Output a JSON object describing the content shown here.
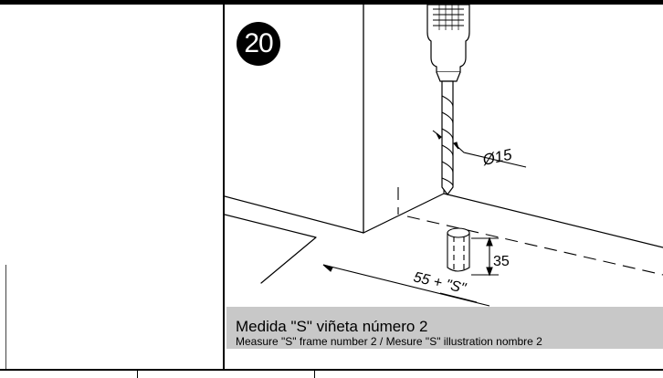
{
  "step": {
    "number": "20"
  },
  "dimensions": {
    "diameter": "Ø15",
    "depth": "35",
    "offset": "55 + \"S\""
  },
  "caption": {
    "title": "Medida \"S\" viñeta número 2",
    "subtitle": "Measure \"S\" frame number 2 / Mesure \"S\" illustration nombre 2"
  }
}
